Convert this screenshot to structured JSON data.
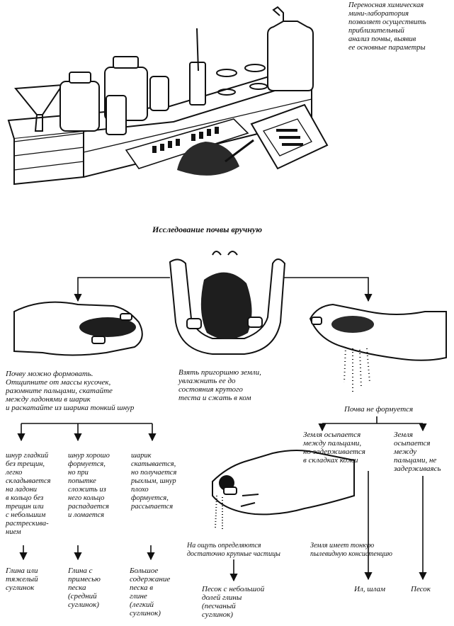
{
  "caption_top": "Переносная химическая\nмини-лаборатория\nпозволяет осуществить\nприблизительный\nанализ почвы, выявив\nее основные параметры",
  "section_title": "Исследование почвы вручную",
  "center_text": "Взять пригоршню земли,\nувлажнить ее до\nсостояния крутого\nтеста и сжать в ком",
  "left_text": "Почву можно формовать.\nОтщипните от массы кусочек,\nразомните пальцами, скатайте\nмежду ладонями в шарик\nи раскатайте из шарика тонкий шнур",
  "right_label": "Почва не формуется",
  "left_branches": [
    {
      "desc": "шнур гладкий\nбез трещин,\nлегко\nскладывается\nна ладони\nв кольцо без\nтрещин или\nс небольшим\nрастрескива-\nнием",
      "result": "Глина или\nтяжелый\nсуглинок"
    },
    {
      "desc": "шнур хорошо\nформуется,\nно при\nпопытке\nсложить из\nнего кольцо\nраспадается\nи ломается",
      "result": "Глина с\nпримесью\nпеска\n(средний\nсуглинок)"
    },
    {
      "desc": "шарик\nскатывается,\nно получается\nрыхлым, шнур\nплохо\nформуется,\nрассыпается",
      "result": "Большое\nсодержание\nпеска в\nглине\n(легкий\nсуглинок)"
    }
  ],
  "right_branches": [
    {
      "desc": "Земля осыпается\nмежду пальцами,\nно задерживается\nв складках кожи"
    },
    {
      "desc": "Земля\nосыпается\nмежду\nпальцами, не\nзадерживаясь",
      "result": "Песок"
    }
  ],
  "touch_coarse": "На ощупь определяются\nдостаточно крупные частицы",
  "touch_coarse_result": "Песок с небольшой\nдолей глины\n(песчаный\nсуглинок)",
  "touch_fine": "Земля имеет тонкую\nпылевидную консистенцию",
  "touch_fine_result": "Ил, шлам"
}
